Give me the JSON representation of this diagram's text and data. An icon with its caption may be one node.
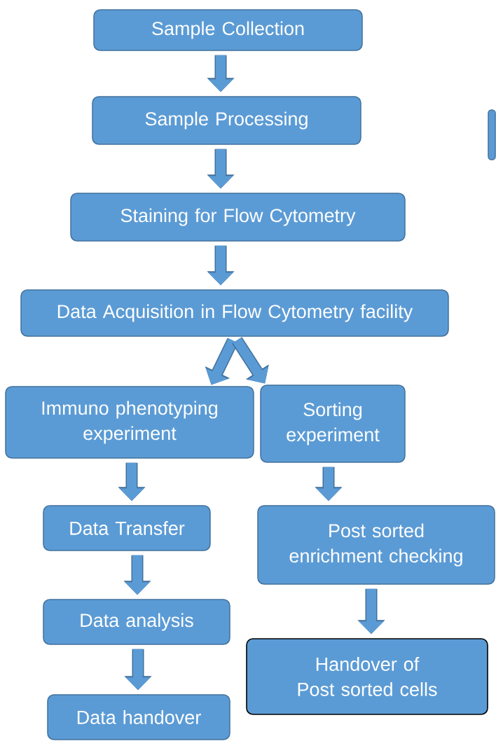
{
  "diagram": {
    "nodes": [
      {
        "text": [
          "Sample Collection"
        ]
      },
      {
        "text": [
          "Sample Processing"
        ]
      },
      {
        "text": [
          "Staining for Flow Cytometry"
        ]
      },
      {
        "text": [
          "Data Acquisition in Flow Cytometry facility"
        ]
      },
      {
        "text": [
          "Immuno phenotyping experiment"
        ]
      },
      {
        "text": [
          "Sorting experiment"
        ]
      },
      {
        "text": [
          "Data Transfer"
        ]
      },
      {
        "text": [
          "Data analysis"
        ]
      },
      {
        "text": [
          "Data handover"
        ]
      },
      {
        "text": [
          "Post sorted enrichment checking"
        ]
      },
      {
        "text": [
          "Handover of Post sorted cells"
        ]
      },
      {
        "text": [],
        "shape": "box"
      }
    ],
    "edges": [
      {
        "from": 0,
        "to": 1,
        "arrow": "to"
      },
      {
        "from": 1,
        "to": 2,
        "arrow": "to"
      },
      {
        "from": 2,
        "to": 3,
        "arrow": "to"
      },
      {
        "from": 3,
        "to": 4,
        "arrow": "to"
      },
      {
        "from": 3,
        "to": 5,
        "arrow": "to"
      },
      {
        "from": 4,
        "to": 6,
        "arrow": "to"
      },
      {
        "from": 6,
        "to": 7,
        "arrow": "to"
      },
      {
        "from": 7,
        "to": 8,
        "arrow": "to"
      },
      {
        "from": 5,
        "to": 9,
        "arrow": "to"
      },
      {
        "from": 9,
        "to": 10,
        "arrow": "to"
      }
    ]
  }
}
